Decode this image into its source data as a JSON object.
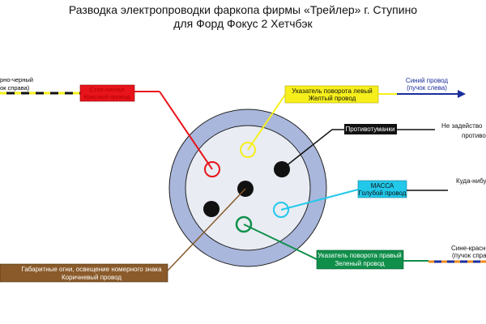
{
  "title": {
    "line1": "Разводка электропроводки фаркопа фирмы «Трейлер» г. Ступино",
    "line2": "для Форд Фокус 2 Хетчбэк"
  },
  "labels": {
    "left_wire_top": "рно-черный",
    "left_wire_bottom": "ок справа)",
    "red_line1": "Стоп-сигнал",
    "red_line2": "Красный провод",
    "yellow_line1": "Указатель поворота левый",
    "yellow_line2": "Желтый провод",
    "blue_right_top": "Синий провод",
    "blue_right_bottom": "(пучок слева)",
    "fog": "Противотуманки",
    "unused_top": "Не задейство",
    "unused_bottom": "противо",
    "mass_line1": "МАССА",
    "mass_line2": "Голубой провод",
    "anywhere": "Куда-нибу",
    "brown_line1": "Габаритные огни, освещение номерного знака",
    "brown_line2": "Коричневый провод",
    "green_line1": "Указатель поворота правый",
    "green_line2": "Зеленый провод",
    "right_bottom_top": "Сине-красн",
    "right_bottom_bottom": "(пучок спра"
  },
  "colors": {
    "red": "#e8141b",
    "yellow": "#f6ef1c",
    "black": "#111111",
    "cyan": "#22c8ea",
    "brown": "#8a5a2a",
    "green": "#0f8f4a",
    "connector_outer": "#a9b7dc",
    "connector_inner": "#e9ecf3",
    "blue_wire": "#1a2e9c"
  }
}
